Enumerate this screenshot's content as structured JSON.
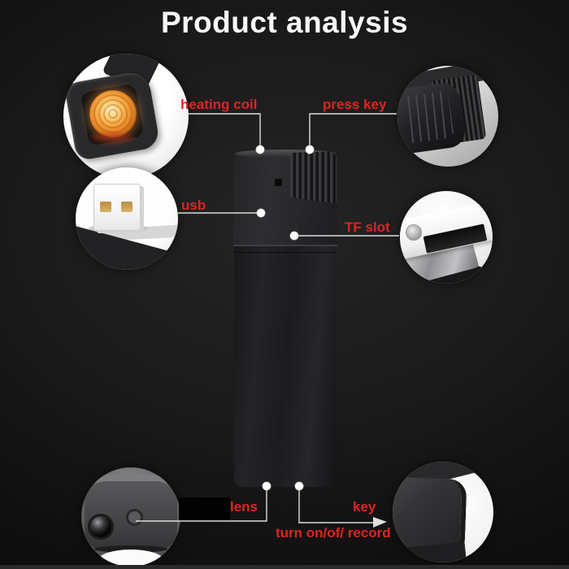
{
  "title": "Product analysis",
  "callouts": {
    "heating_coil": {
      "label": "heating coil"
    },
    "press_key": {
      "label": "press key"
    },
    "usb": {
      "label": "usb"
    },
    "tf_slot": {
      "label": "TF slot"
    },
    "lens": {
      "label": "lens"
    },
    "key": {
      "label": "key"
    },
    "mode_note": {
      "label": "turn on/of/ record"
    }
  },
  "detail_views": [
    {
      "id": "heating-coil-closeup",
      "depicts": "glowing heating coil in lighter top"
    },
    {
      "id": "usb-closeup",
      "depicts": "usb plug connector"
    },
    {
      "id": "lens-closeup",
      "depicts": "camera lens on lighter base"
    },
    {
      "id": "press-key-closeup",
      "depicts": "ridged press key button"
    },
    {
      "id": "tf-slot-closeup",
      "depicts": "tf memory card slot"
    },
    {
      "id": "key-closeup",
      "depicts": "record key button"
    }
  ],
  "colors": {
    "background": "#1b1b1c",
    "label_red": "#e02420",
    "callout_line": "#dddddd",
    "callout_dot": "#ffffff",
    "title": "#f8f8f8"
  }
}
